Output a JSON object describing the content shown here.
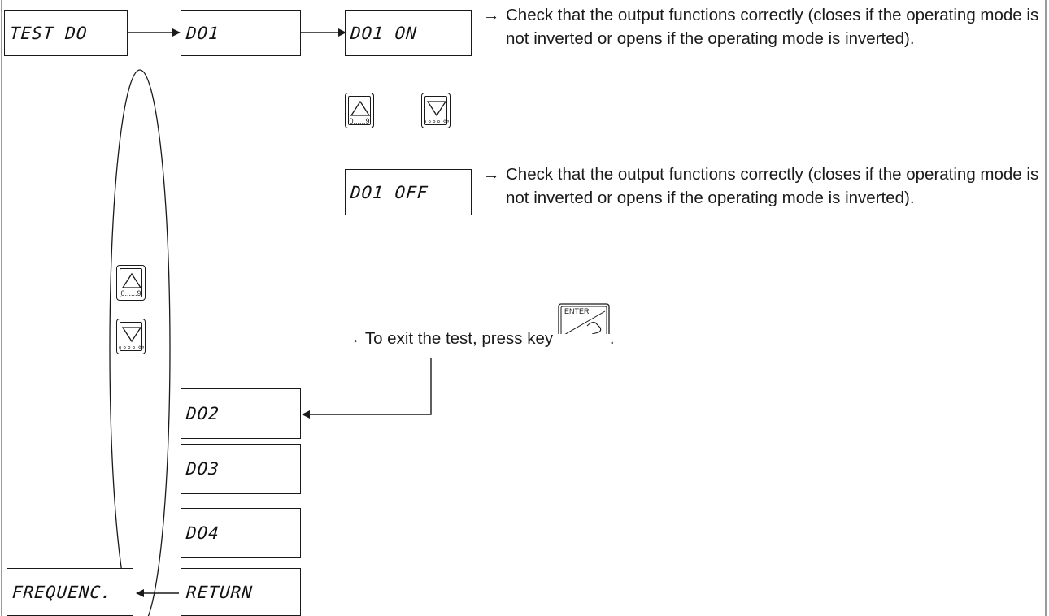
{
  "displays": {
    "test_do": "TEST DO",
    "do1": "DO1",
    "do1_on": "DO1 ON",
    "do1_off": "DO1 OFF",
    "do2": "DO2",
    "do3": "DO3",
    "do4": "DO4",
    "frequenc": "FREQUENC.",
    "return": "RETURN"
  },
  "notes": {
    "arrow": "→",
    "on_check": "Check that the output functions correctly (closes if the operating mode is not inverted or opens if the operating mode is inverted).",
    "off_check": "Check that the output functions correctly (closes if the operating mode is not inverted or opens if the operating mode is inverted).",
    "exit_prefix": "To exit the test, press key",
    "exit_suffix": "."
  },
  "keys": {
    "up_label": "0......9",
    "down_label": "∘∘∘∘ ⇦",
    "enter_label": "ENTER"
  },
  "icons": [
    "up-key-icon",
    "down-key-icon",
    "enter-key-icon",
    "arrow-icon"
  ]
}
